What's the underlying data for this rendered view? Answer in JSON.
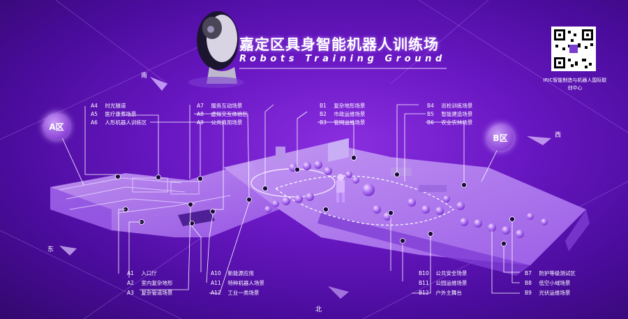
{
  "title": "嘉定区具身智能机器人训练场",
  "subtitle": "Robots Training Ground",
  "qr_caption": "IRIC智能制造与机器人国际联创中心",
  "zones": {
    "a": "A区",
    "b": "B区"
  },
  "compass": {
    "south": "南",
    "east": "东",
    "west": "西",
    "north": "北"
  },
  "labels": {
    "top_left": [
      {
        "code": "A4",
        "name": "时光隧道"
      },
      {
        "code": "A5",
        "name": "医疗康养场景"
      },
      {
        "code": "A6",
        "name": "人形机器人训练区"
      }
    ],
    "top_mid": [
      {
        "code": "A7",
        "name": "服务互动场景"
      },
      {
        "code": "A8",
        "name": "虚拟交互体验区"
      },
      {
        "code": "A9",
        "name": "公共商用场景"
      }
    ],
    "top_b1": [
      {
        "code": "B1",
        "name": "复杂地形场景"
      },
      {
        "code": "B2",
        "name": "市政运维场景"
      },
      {
        "code": "B3",
        "name": "管网运维场景"
      }
    ],
    "top_b4": [
      {
        "code": "B4",
        "name": "巡检训练场景"
      },
      {
        "code": "B5",
        "name": "智能建造场景"
      },
      {
        "code": "B6",
        "name": "农业农林场景"
      }
    ],
    "bottom_left": [
      {
        "code": "A1",
        "name": "入口厅"
      },
      {
        "code": "A2",
        "name": "室内复杂地形"
      },
      {
        "code": "A3",
        "name": "复杂管道场景"
      }
    ],
    "bottom_mid": [
      {
        "code": "A10",
        "name": "新能源应用"
      },
      {
        "code": "A11",
        "name": "特种机器人场景"
      },
      {
        "code": "A12",
        "name": "工业一类场景"
      }
    ],
    "bottom_b10": [
      {
        "code": "B10",
        "name": "公共安全场景"
      },
      {
        "code": "B11",
        "name": "公园运维场景"
      },
      {
        "code": "B12",
        "name": "户外主舞台"
      }
    ],
    "bottom_b7": [
      {
        "code": "B7",
        "name": "防护等级测试区"
      },
      {
        "code": "B8",
        "name": "低空小域场景"
      },
      {
        "code": "B9",
        "name": "光伏运维场景"
      }
    ]
  },
  "colors": {
    "accent": "#c58cff",
    "floor": "#a55cf0",
    "ball": "#b07cff"
  }
}
